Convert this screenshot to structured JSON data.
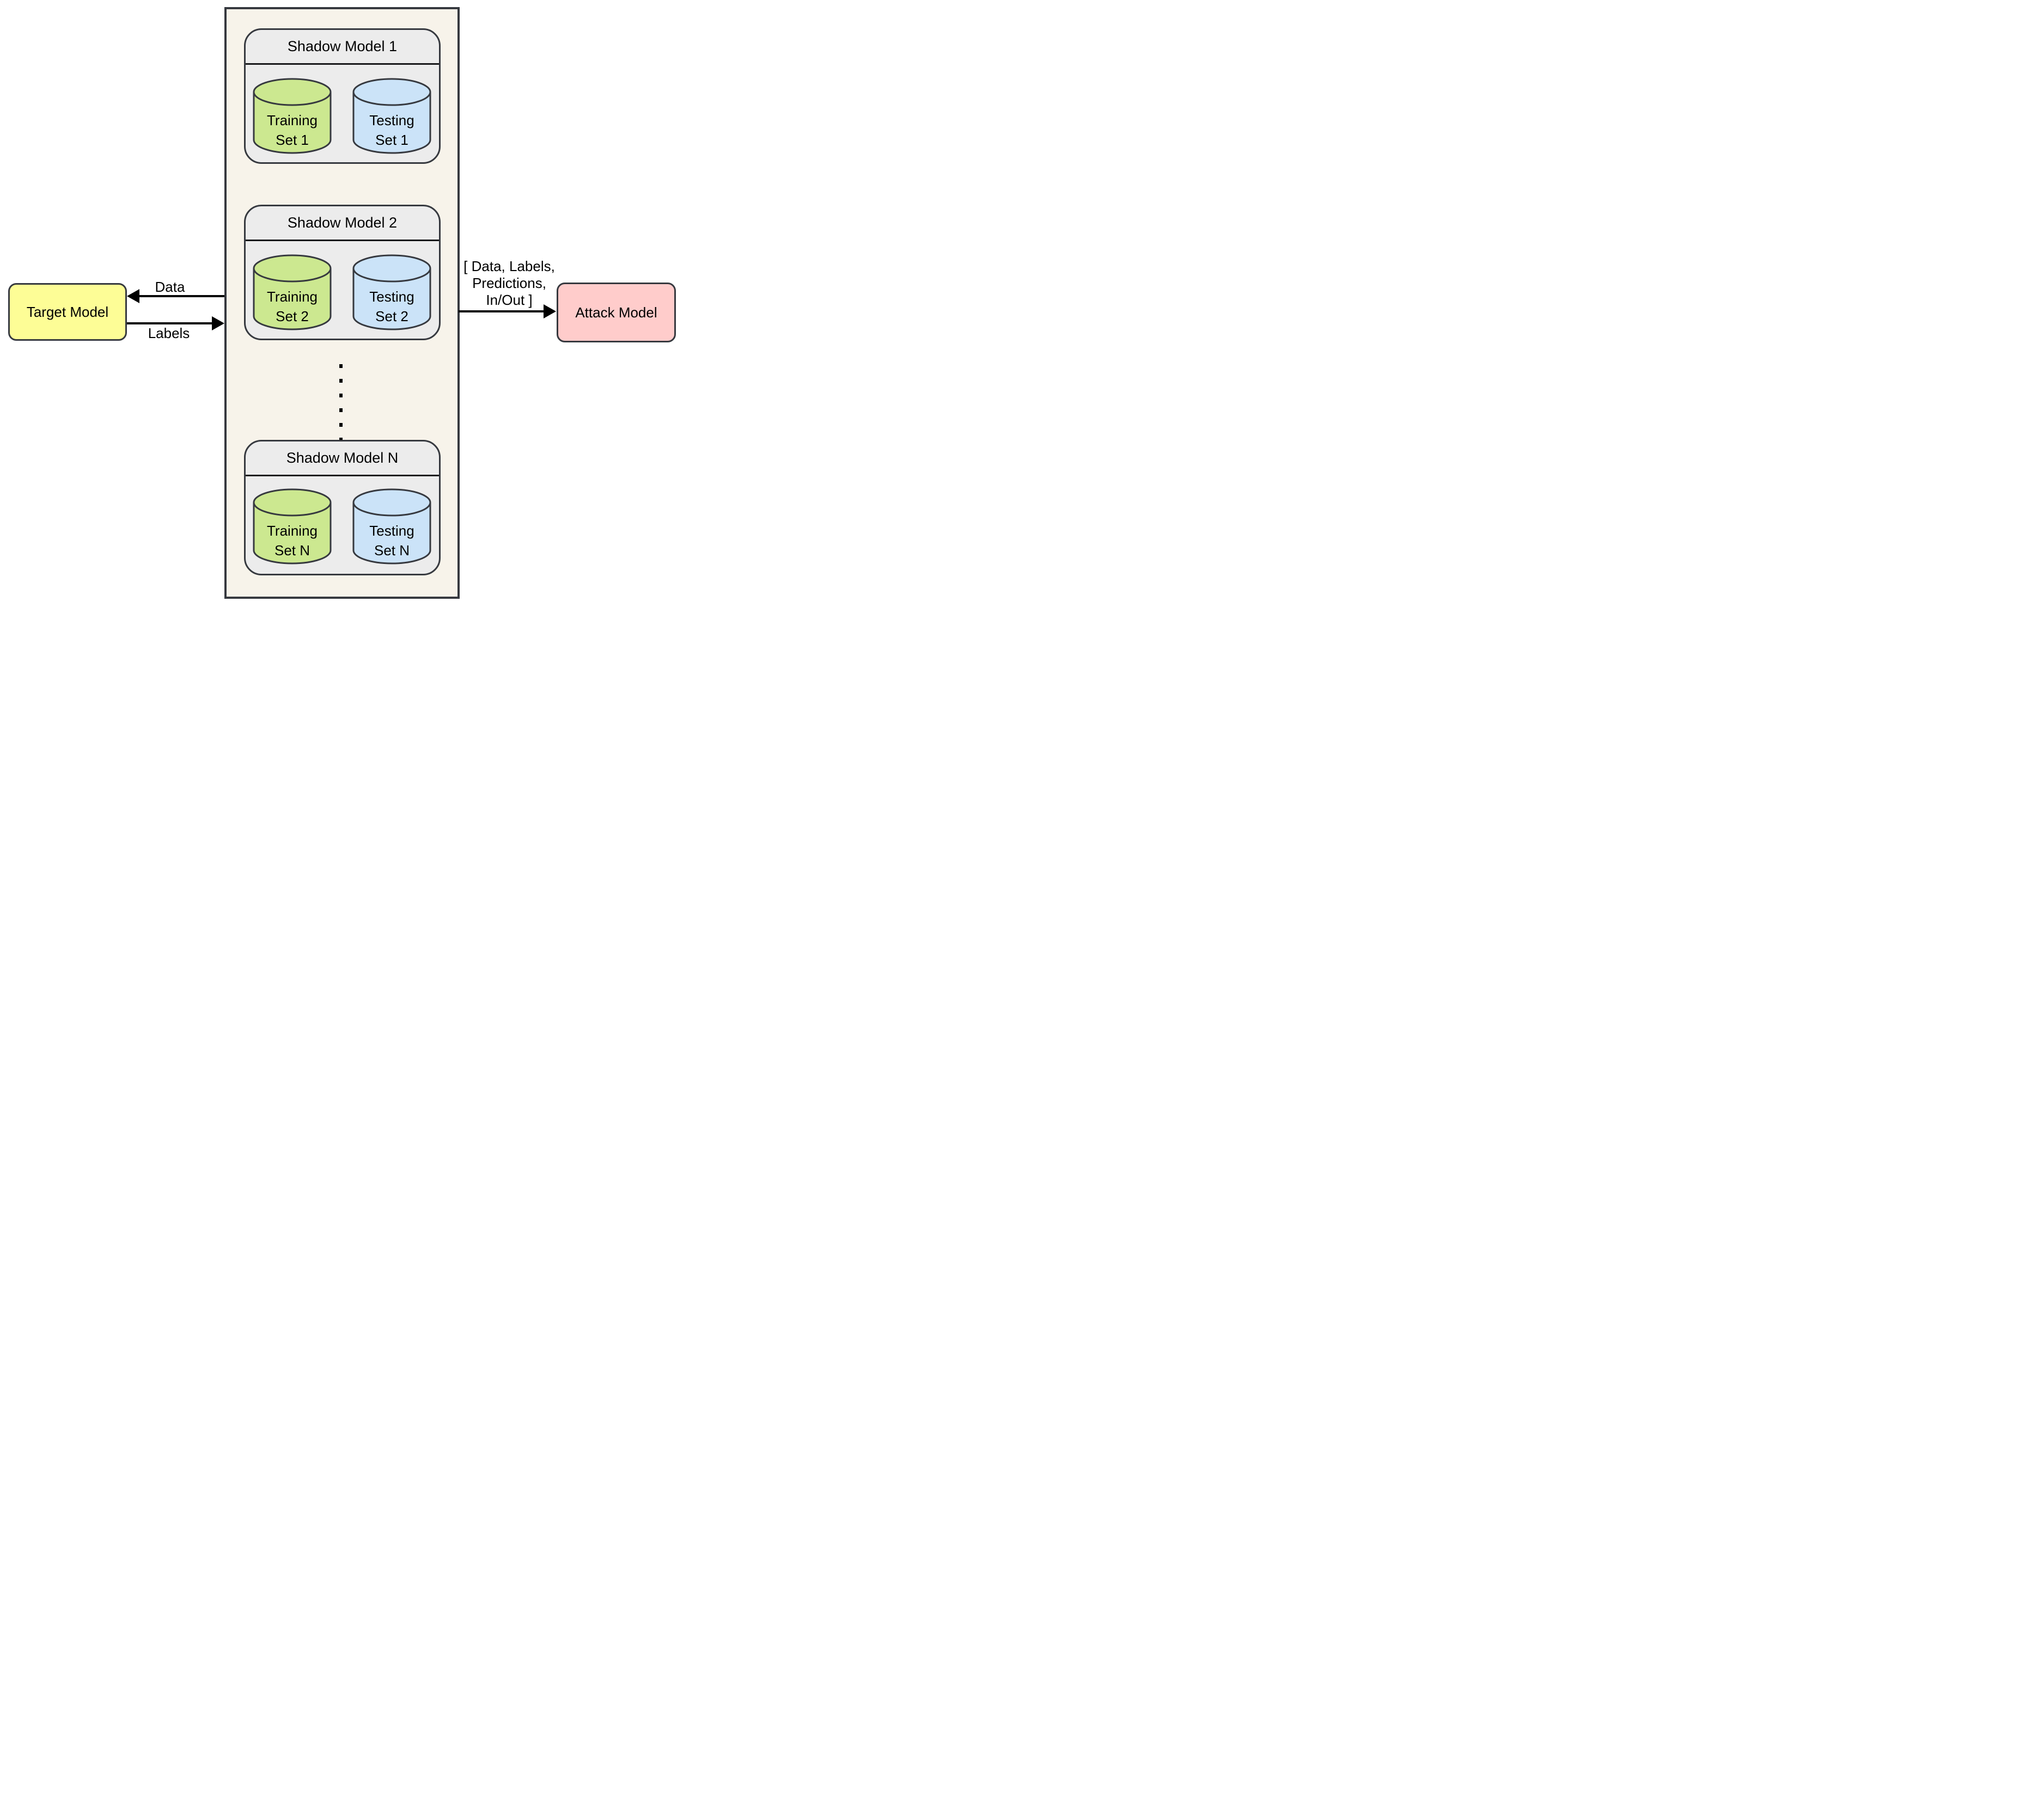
{
  "diagram": {
    "container": {
      "fill": "#f7f3ea",
      "stroke": "#36393f"
    },
    "shadow_models": [
      {
        "title": "Shadow Model 1",
        "training": [
          "Training",
          "Set 1"
        ],
        "testing": [
          "Testing",
          "Set 1"
        ]
      },
      {
        "title": "Shadow Model 2",
        "training": [
          "Training",
          "Set 2"
        ],
        "testing": [
          "Testing",
          "Set 2"
        ]
      },
      {
        "title": "Shadow Model N",
        "training": [
          "Training",
          "Set N"
        ],
        "testing": [
          "Testing",
          "Set N"
        ]
      }
    ],
    "target_model": {
      "label": "Target Model",
      "fill": "#fdfd96"
    },
    "attack_model": {
      "label": "Attack Model",
      "fill": "#ffcccb"
    },
    "arrows": {
      "data_label": "Data",
      "labels_label": "Labels",
      "attack_label_lines": [
        "[ Data, Labels,",
        "Predictions,",
        "In/Out ]"
      ]
    },
    "colors": {
      "training_fill": "#cce890",
      "testing_fill": "#cbe3f8",
      "shadow_box_fill": "#ececec",
      "node_stroke": "#36393f",
      "arrow_color": "#000000"
    }
  }
}
